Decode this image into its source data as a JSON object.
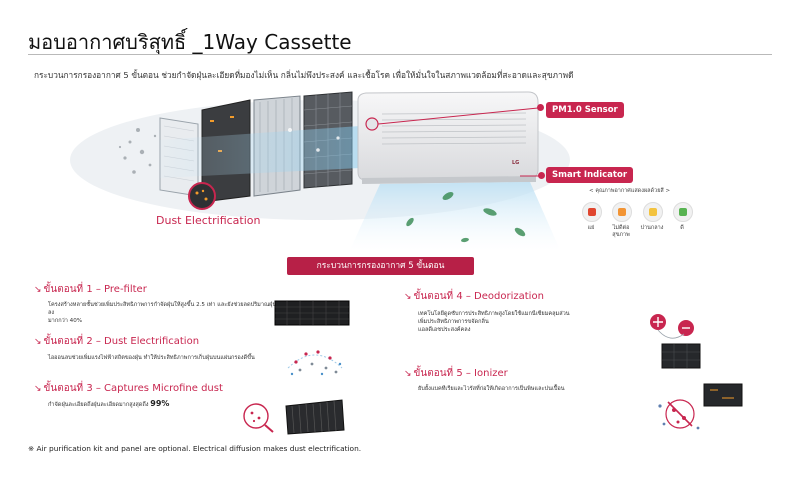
{
  "page": {
    "title": "มอบอากาศบริสุทธิ์ _1Way Cassette",
    "subtitle": "กระบวนการกรองอากาศ 5 ขั้นตอน ช่วยกำจัดฝุ่นละเอียดที่มองไม่เห็น กลิ่นไม่พึงประสงค์ และเชื้อโรค เพื่อให้มั่นใจในสภาพแวดล้อมที่สะอาดและสุขภาพดี"
  },
  "hero": {
    "pm_sensor_label": "PM1.0 Sensor",
    "smart_indicator_label": "Smart Indicator",
    "legend_caption": "< คุณภาพอากาศแสดงผลด้วยสี >",
    "indicators": [
      {
        "label": "แย่",
        "color": "#e0462f"
      },
      {
        "label": "ไม่ดีต่อสุขภาพ",
        "color": "#f29434"
      },
      {
        "label": "ปานกลาง",
        "color": "#f3c33f"
      },
      {
        "label": "ดี",
        "color": "#58b351"
      }
    ],
    "dust_label": "Dust Electrification",
    "brand_logo": "LG"
  },
  "banner": "กระบวนการกรองอากาศ 5 ขั้นตอน",
  "steps": [
    {
      "heading": "ขั้นตอนที่ 1 – Pre-filter",
      "desc_1": "โครงสร้างหลายชั้นช่วยเพิ่มประสิทธิภาพการกำจัดฝุ่นให้สูงขึ้น 2.5 เท่า และยังช่วยลดปริมาณฝุ่นลง",
      "desc_2": "มากกว่า 40%"
    },
    {
      "heading": "ขั้นตอนที่ 2 – Dust Electrification",
      "desc_1": "ไอออนลบช่วยเพิ่มแรงไฟฟ้าสถิตของฝุ่น ทำให้ประสิทธิภาพการเก็บฝุ่นบนแผ่นกรองดีขึ้น"
    },
    {
      "heading": "ขั้นตอนที่ 3 – Captures Microfine dust",
      "desc_1": "กำจัดฝุ่นละเอียดถึงฝุ่นละเอียดมากสูงสุดถึง",
      "pct": "99%"
    },
    {
      "heading": "ขั้นตอนที่ 4 – Deodorization",
      "desc_1": "เทคโนโลยีดูดซับการประสิทธิภาพสูงโดยใช้แมกนีเซียมคลุมส่วน",
      "desc_2": "เพิ่มประสิทธิภาพการขจัดกลิ่น",
      "desc_3": "แอลดีเอชประสงค์คลง"
    },
    {
      "heading": "ขั้นตอนที่ 5 – Ionizer",
      "desc_1": "ยับยั้งแบคทีเรียและไวรัสที่ก่อให้เกิดอาการเป็นพิษและปนเปื้อน"
    }
  ],
  "footnote": "※ Air purification kit and panel are optional. Electrical diffusion makes dust electrification."
}
